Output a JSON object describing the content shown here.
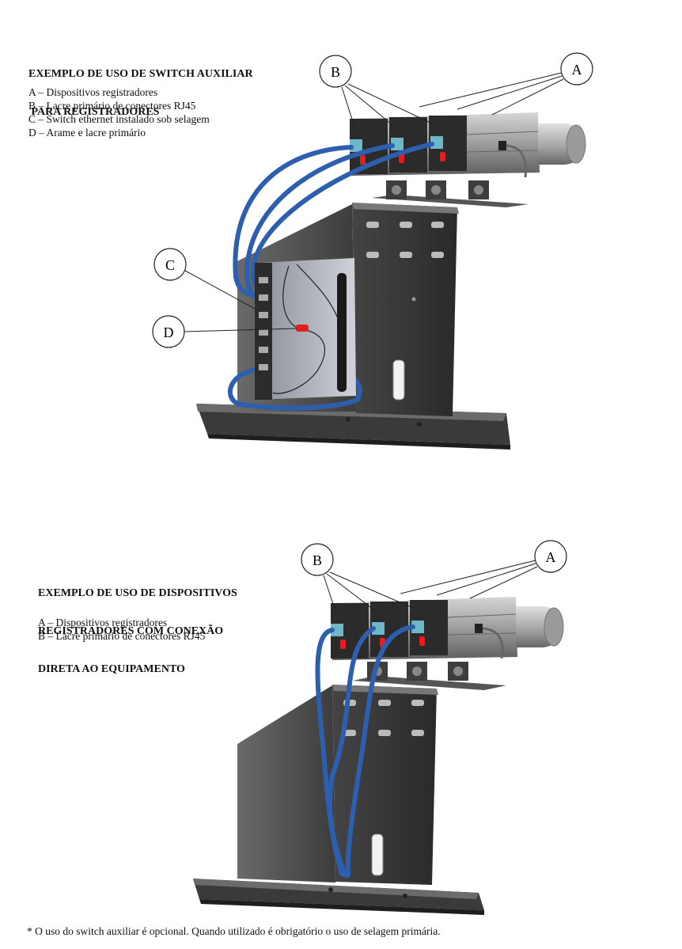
{
  "diagram1": {
    "title_line1": "EXEMPLO DE USO DE SWITCH AUXILIAR",
    "title_line2": " PARA REGISTRADORES",
    "legend": [
      "A – Dispositivos registradores",
      "B – Lacre primário de conectores RJ45",
      "C – Switch ethernet instalado sob selagem",
      "D – Arame e lacre primário"
    ],
    "callouts": {
      "a": "A",
      "b": "B",
      "c": "C",
      "d": "D"
    }
  },
  "diagram2": {
    "title_line1": "EXEMPLO DE USO DE DISPOSITIVOS",
    "title_line2": "REGISTRADORES COM CONEXÃO",
    "title_line3": "DIRETA AO EQUIPAMENTO",
    "legend": [
      "A – Dispositivos registradores",
      "B – Lacre primário de conectores RJ45"
    ],
    "callouts": {
      "a": "A",
      "b": "B"
    }
  },
  "footnote": "* O uso do switch auxiliar é opcional. Quando utilizado é obrigatório o uso de selagem primária.",
  "colors": {
    "metal_dark": "#2e2e2e",
    "metal_mid": "#5a5a5a",
    "metal_light": "#9a9a9a",
    "cable_blue": "#2d5fae",
    "seal_red": "#e02020",
    "connector_cyan": "#6fb6c9",
    "switch_gray": "#c4c7cf"
  }
}
